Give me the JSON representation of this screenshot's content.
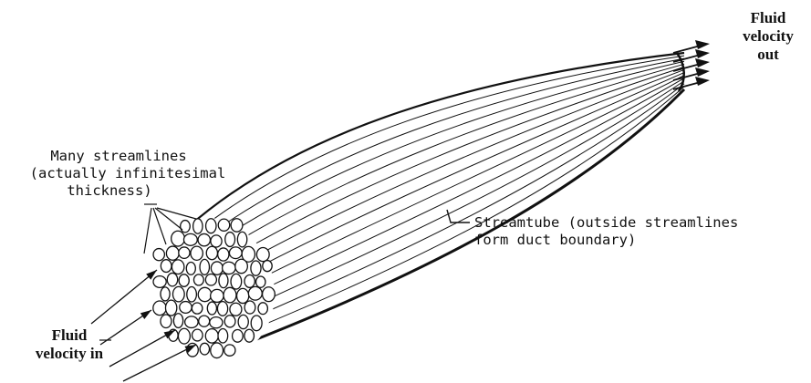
{
  "labels": {
    "fluid_out": [
      "Fluid",
      "velocity",
      "out"
    ],
    "many_streamlines": [
      "Many streamlines",
      "(actually infinitesimal",
      "thickness)"
    ],
    "streamtube": [
      "Streamtube (outside streamlines",
      "form duct boundary)"
    ],
    "fluid_in": [
      "Fluid",
      "velocity in"
    ]
  },
  "colors": {
    "ink": "#111111",
    "background": "#ffffff"
  }
}
